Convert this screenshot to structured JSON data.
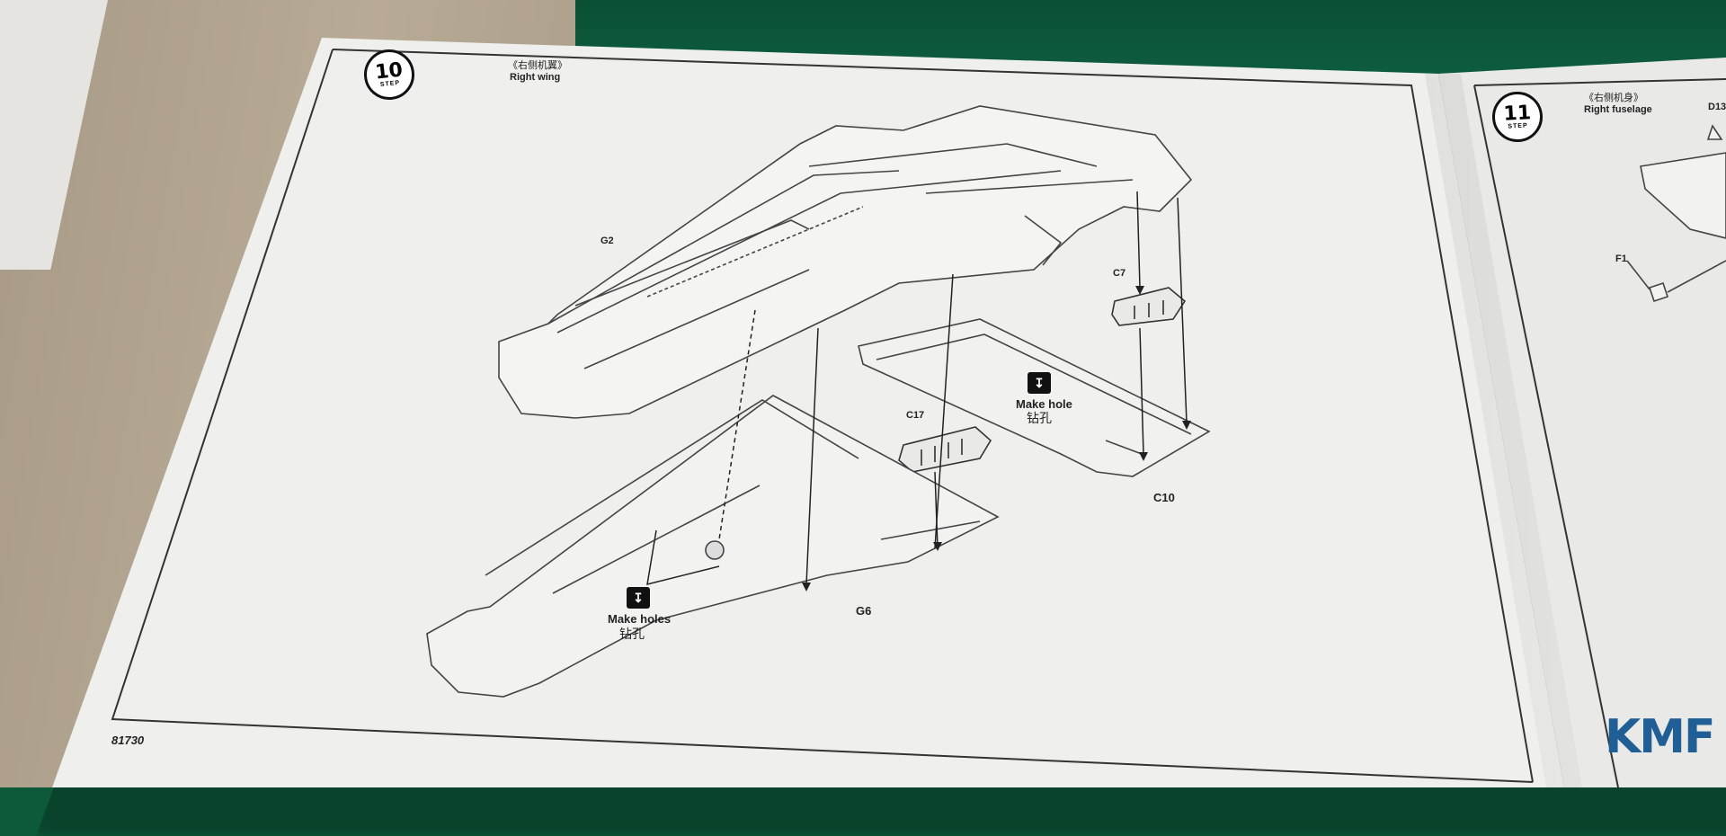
{
  "left_page": {
    "step_number": "10",
    "step_word": "STEP",
    "title_zh": "《右侧机翼》",
    "title_en": "Right wing",
    "page_number": "81730",
    "callouts": {
      "g2": "G2",
      "c7": "C7",
      "c17": "C17",
      "c10": "C10",
      "g6": "G6"
    },
    "make_hole": {
      "en": "Make hole",
      "zh": "钻孔"
    },
    "make_holes": {
      "en": "Make holes",
      "zh": "钻孔"
    }
  },
  "right_page": {
    "step_number": "11",
    "step_word": "STEP",
    "title_zh": "《右侧机身》",
    "title_en": "Right fuselage",
    "callouts": {
      "d13": "D13",
      "f1": "F1"
    }
  },
  "watermark": "KMF",
  "colors": {
    "paper": "#efefed",
    "mat": "#0d5a3a",
    "desk": "#a79a86",
    "ink": "#222222",
    "watermark": "#1f5f96"
  }
}
